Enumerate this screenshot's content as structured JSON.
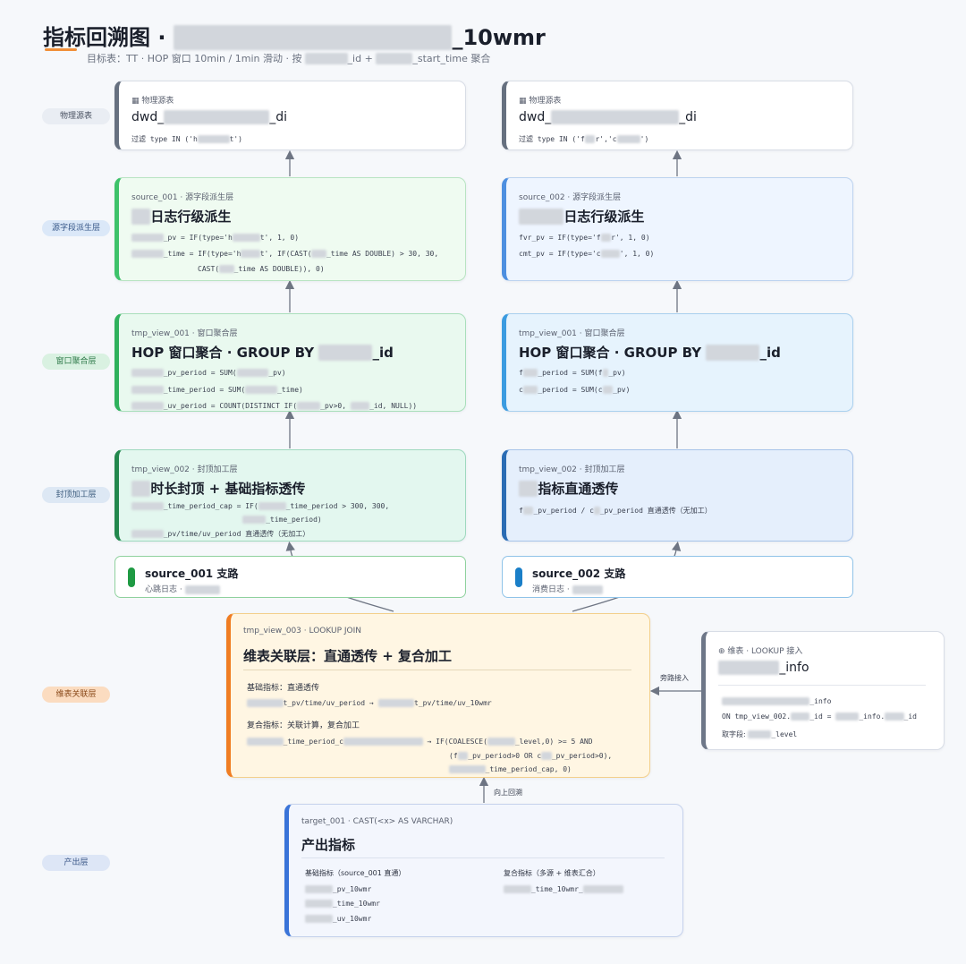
{
  "page": {
    "title_prefix": "指标回溯图 · ",
    "title_suffix": "_10wmr",
    "subtitle_prefix": "目标表：TT · HOP 窗口 10min / 1min 滑动 · 按 ",
    "subtitle_mid": "_id + ",
    "subtitle_suffix": "_start_time 聚合"
  },
  "layers": [
    "物理源表",
    "源字段派生层",
    "窗口聚合层",
    "封顶加工层",
    "维表关联层",
    "产出层"
  ],
  "left": {
    "phys": {
      "eyebrow": "▦ 物理源表",
      "name_prefix": "dwd_",
      "name_suffix": "_di",
      "filter_prefix": "过滤 type IN ('h",
      "filter_suffix": "t')"
    },
    "source": {
      "eyebrow": "source_001 · 源字段派生层",
      "heading": "日志行级派生",
      "line1": "_pv = IF(type='h",
      "line1b": "t', 1, 0)",
      "line2": "_time = IF(type='h",
      "line2b": "t', IF(CAST(",
      "line2c": "_time AS DOUBLE) > 30, 30,",
      "line3": "CAST(",
      "line3b": "_time AS DOUBLE)), 0)"
    },
    "window": {
      "eyebrow": "tmp_view_001 · 窗口聚合层",
      "heading_prefix": "HOP 窗口聚合 · GROUP BY ",
      "heading_suffix": "_id",
      "line1": "_pv_period = SUM(",
      "line1b": "_pv)",
      "line2": "_time_period = SUM(",
      "line2b": "_time)",
      "line3": "_uv_period = COUNT(DISTINCT IF(",
      "line3b": "_pv>0, ",
      "line3c": "_id, NULL))"
    },
    "cap": {
      "eyebrow": "tmp_view_002 · 封顶加工层",
      "heading": "时长封顶 + 基础指标透传",
      "line1": "_time_period_cap = IF(",
      "line1b": "_time_period > 300, 300,",
      "line2": "_time_period)",
      "line3": "_pv/time/uv_period 直通透传（无加工）"
    },
    "branch": {
      "label": "source_001 支路",
      "sub": "心跳日志 · "
    }
  },
  "right": {
    "phys": {
      "eyebrow": "▦ 物理源表",
      "name_prefix": "dwd_",
      "name_suffix": "_di",
      "filter_prefix": "过滤 type IN ('f",
      "filter_mid": "r','c",
      "filter_suffix": "')"
    },
    "source": {
      "eyebrow": "source_002 · 源字段派生层",
      "heading": "日志行级派生",
      "line1": "fvr_pv = IF(type='f",
      "line1b": "r', 1, 0)",
      "line2": "cmt_pv = IF(type='c",
      "line2b": "', 1, 0)"
    },
    "window": {
      "eyebrow": "tmp_view_001 · 窗口聚合层",
      "heading_prefix": "HOP 窗口聚合 · GROUP BY ",
      "heading_suffix": "_id",
      "line1": "f",
      "line1b": "_period = SUM(f",
      "line1c": "_pv)",
      "line2": "c",
      "line2b": "_period = SUM(c",
      "line2c": "_pv)"
    },
    "cap": {
      "eyebrow": "tmp_view_002 · 封顶加工层",
      "heading": "指标直通透传",
      "line1": "f",
      "line1b": "_pv_period / c",
      "line1c": "_pv_period 直通透传（无加工）"
    },
    "branch": {
      "label": "source_002 支路",
      "sub": "消费日志 · "
    }
  },
  "lookup": {
    "eyebrow": "tmp_view_003 · LOOKUP JOIN",
    "heading": "维表关联层：直通透传 + 复合加工",
    "basic_label": "基础指标：直通透传",
    "basic_line": "t_pv/time/uv_period → ",
    "basic_line_b": "t_pv/time/uv_10wmr",
    "compound_label": "复合指标：关联计算，复合加工",
    "comp1": "_time_period_c",
    "comp1b": "→ IF(COALESCE(",
    "comp1c": "_level,0) >= 5 AND",
    "comp2": "(f",
    "comp2b": "_pv_period>0 OR c",
    "comp2c": "_pv_period>0),",
    "comp3": "_time_period_cap, 0)"
  },
  "dim": {
    "eyebrow": "⊕ 维表 · LOOKUP 接入",
    "heading_suffix": "_info",
    "line1_suffix": "_info",
    "line2": "ON tmp_view_002.",
    "line2b": "_id = ",
    "line2c": "_info.",
    "line2d": "_id",
    "line3": "取字段: ",
    "line3b": "_level"
  },
  "target": {
    "eyebrow": "target_001 · CAST(<x> AS VARCHAR)",
    "heading": "产出指标",
    "basic_label": "基础指标（source_001 直通）",
    "basic1": "_pv_10wmr",
    "basic2": "_time_10wmr",
    "basic3": "_uv_10wmr",
    "compound_label": "复合指标（多源 + 维表汇合）",
    "comp1": "_time_10wmr_"
  },
  "arrows": {
    "side": "旁路接入",
    "up": "向上回溯"
  },
  "colors": {
    "accent": "#f0903a",
    "green": "#3ec26a",
    "blue": "#4d8fe0",
    "orange": "#f07d22",
    "target": "#3a74d8"
  }
}
